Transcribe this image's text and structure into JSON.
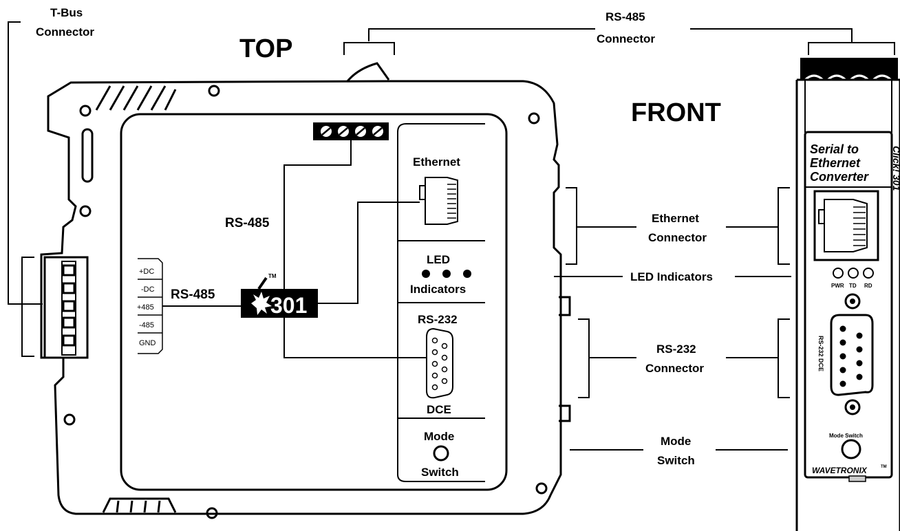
{
  "views": {
    "top_title": "TOP",
    "front_title": "FRONT"
  },
  "callouts": {
    "tbus_line1": "T-Bus",
    "tbus_line2": "Connector",
    "rs485_line1": "RS-485",
    "rs485_line2": "Connector",
    "ethernet_line1": "Ethernet",
    "ethernet_line2": "Connector",
    "led": "LED Indicators",
    "rs232_line1": "RS-232",
    "rs232_line2": "Connector",
    "mode_line1": "Mode",
    "mode_line2": "Switch"
  },
  "top_view": {
    "rs485_vertical": "RS-485",
    "rs485_side": "RS-485",
    "pins": [
      "+DC",
      "-DC",
      "+485",
      "-485",
      "GND"
    ],
    "model_number": "301",
    "tm": "TM",
    "ethernet": "Ethernet",
    "led_line1": "LED",
    "led_line2": "Indicators",
    "rs232": "RS-232",
    "dce": "DCE",
    "mode_line1": "Mode",
    "mode_line2": "Switch"
  },
  "front_view": {
    "product_line1": "Serial to",
    "product_line2": "Ethernet",
    "product_line3": "Converter",
    "side_model": "Click! 301",
    "led_labels": [
      "PWR",
      "TD",
      "RD"
    ],
    "rs232_dce": "RS-232 DCE",
    "mode_switch": "Mode Switch",
    "brand": "WAVETRONIX",
    "tm": "TM"
  }
}
